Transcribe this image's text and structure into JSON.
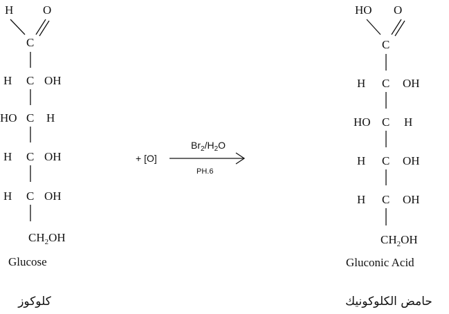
{
  "reactant": {
    "top_left": "H",
    "top_right": "O",
    "carbon": "C",
    "rows": [
      {
        "left": "H",
        "right": "OH"
      },
      {
        "left": "HO",
        "right": "H"
      },
      {
        "left": "H",
        "right": "OH"
      },
      {
        "left": "H",
        "right": "OH"
      }
    ],
    "terminal_main": "CH",
    "terminal_sub": "2",
    "terminal_end": "OH",
    "name": "Glucose",
    "name_ar": "كلوكوز"
  },
  "reaction": {
    "prefix": "+ [O]",
    "reagent_br": "Br",
    "reagent_sub1": "2",
    "reagent_h": "/H",
    "reagent_sub2": "2",
    "reagent_o": "O",
    "condition": "PH.6"
  },
  "product": {
    "top_left": "HO",
    "top_right": "O",
    "carbon": "C",
    "rows": [
      {
        "left": "H",
        "right": "OH"
      },
      {
        "left": "HO",
        "right": "H"
      },
      {
        "left": "H",
        "right": "OH"
      },
      {
        "left": "H",
        "right": "OH"
      }
    ],
    "terminal_main": "CH",
    "terminal_sub": "2",
    "terminal_end": "OH",
    "name": "Gluconic Acid",
    "name_ar": "حامض الكلوكونيك"
  }
}
